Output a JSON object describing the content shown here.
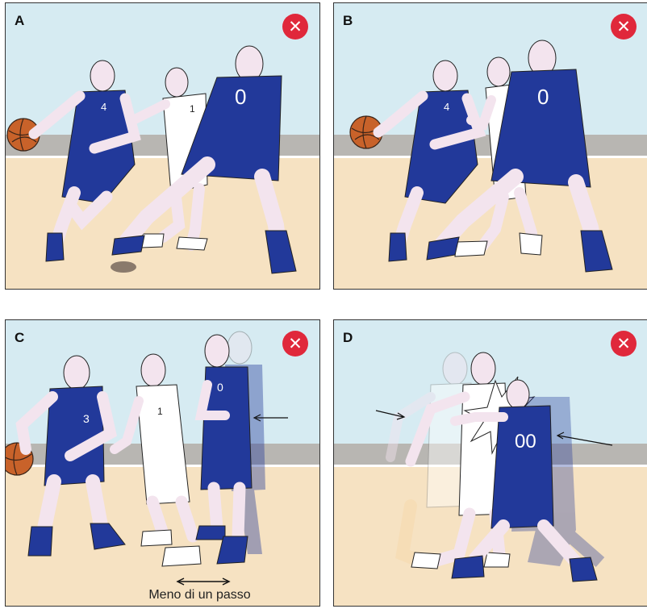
{
  "panels": [
    {
      "label": "A",
      "badge_icon": "close-icon",
      "jersey_offense": "4",
      "jersey_defense_white": "1",
      "jersey_defense_blue": "0"
    },
    {
      "label": "B",
      "badge_icon": "close-icon",
      "jersey_offense": "4",
      "jersey_defense_blue": "0"
    },
    {
      "label": "C",
      "badge_icon": "close-icon",
      "jersey_offense": "3",
      "jersey_defense_white": "1",
      "jersey_defense_blue": "0",
      "caption": "Meno di un passo"
    },
    {
      "label": "D",
      "badge_icon": "close-icon",
      "jersey_defense_blue": "00"
    }
  ],
  "colors": {
    "sky": "#d6ebf2",
    "wall": "#b8b6b2",
    "floor": "#f6e2c2",
    "blue_jersey": "#22399a",
    "skin": "#f3e4ee",
    "white_jersey": "#ffffff",
    "ball": "#c8622a",
    "foul_badge": "#e0283b"
  }
}
